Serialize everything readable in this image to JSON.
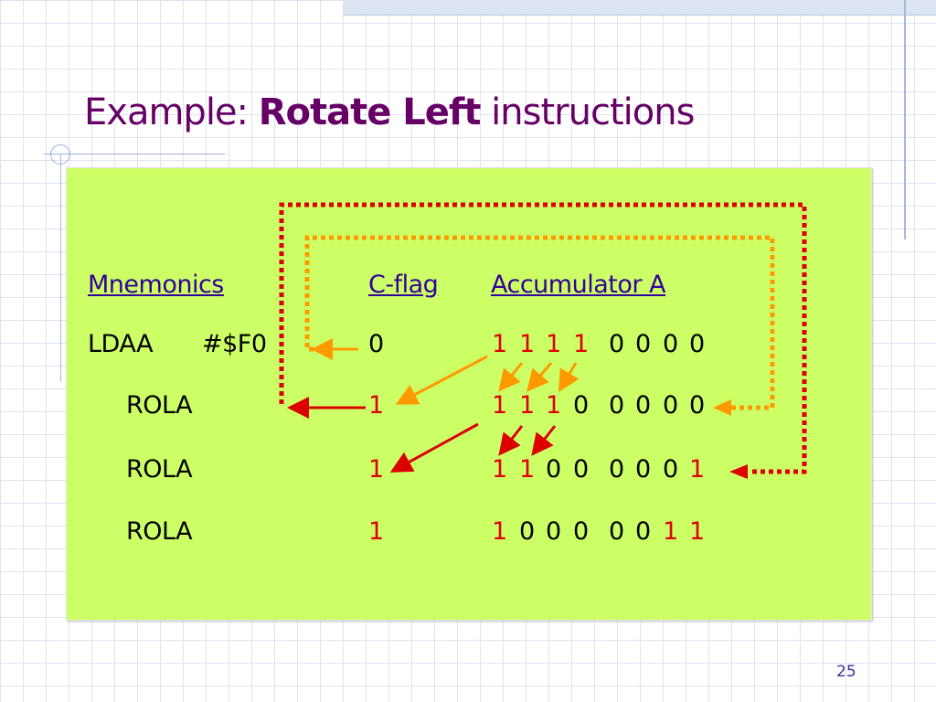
{
  "title": {
    "prefix": "Example: ",
    "bold": "Rotate Left",
    "suffix": " instructions"
  },
  "headers": {
    "mnemonics": "Mnemonics",
    "cflag": "C-flag",
    "acc": "Accumulator A"
  },
  "rows": [
    {
      "mnemonic": "LDAA",
      "operand": "#$F0",
      "cflag": "0",
      "hi": [
        "1",
        "1",
        "1",
        "1"
      ],
      "lo": [
        "0",
        "0",
        "0",
        "0"
      ]
    },
    {
      "mnemonic": "ROLA",
      "cflag": "1",
      "hi": [
        "1",
        "1",
        "1",
        "0"
      ],
      "lo": [
        "0",
        "0",
        "0",
        "0"
      ]
    },
    {
      "mnemonic": "ROLA",
      "cflag": "1",
      "hi": [
        "1",
        "1",
        "0",
        "0"
      ],
      "lo": [
        "0",
        "0",
        "0",
        "1"
      ]
    },
    {
      "mnemonic": "ROLA",
      "cflag": "1",
      "hi": [
        "1",
        "0",
        "0",
        "0"
      ],
      "lo": [
        "0",
        "0",
        "1",
        "1"
      ]
    }
  ],
  "colors": {
    "highlight": "#dd0000",
    "orange_arrow": "#ff9900",
    "red_arrow": "#dd0000",
    "panel": "#ccff66",
    "title": "#660066"
  },
  "page_number": "25"
}
